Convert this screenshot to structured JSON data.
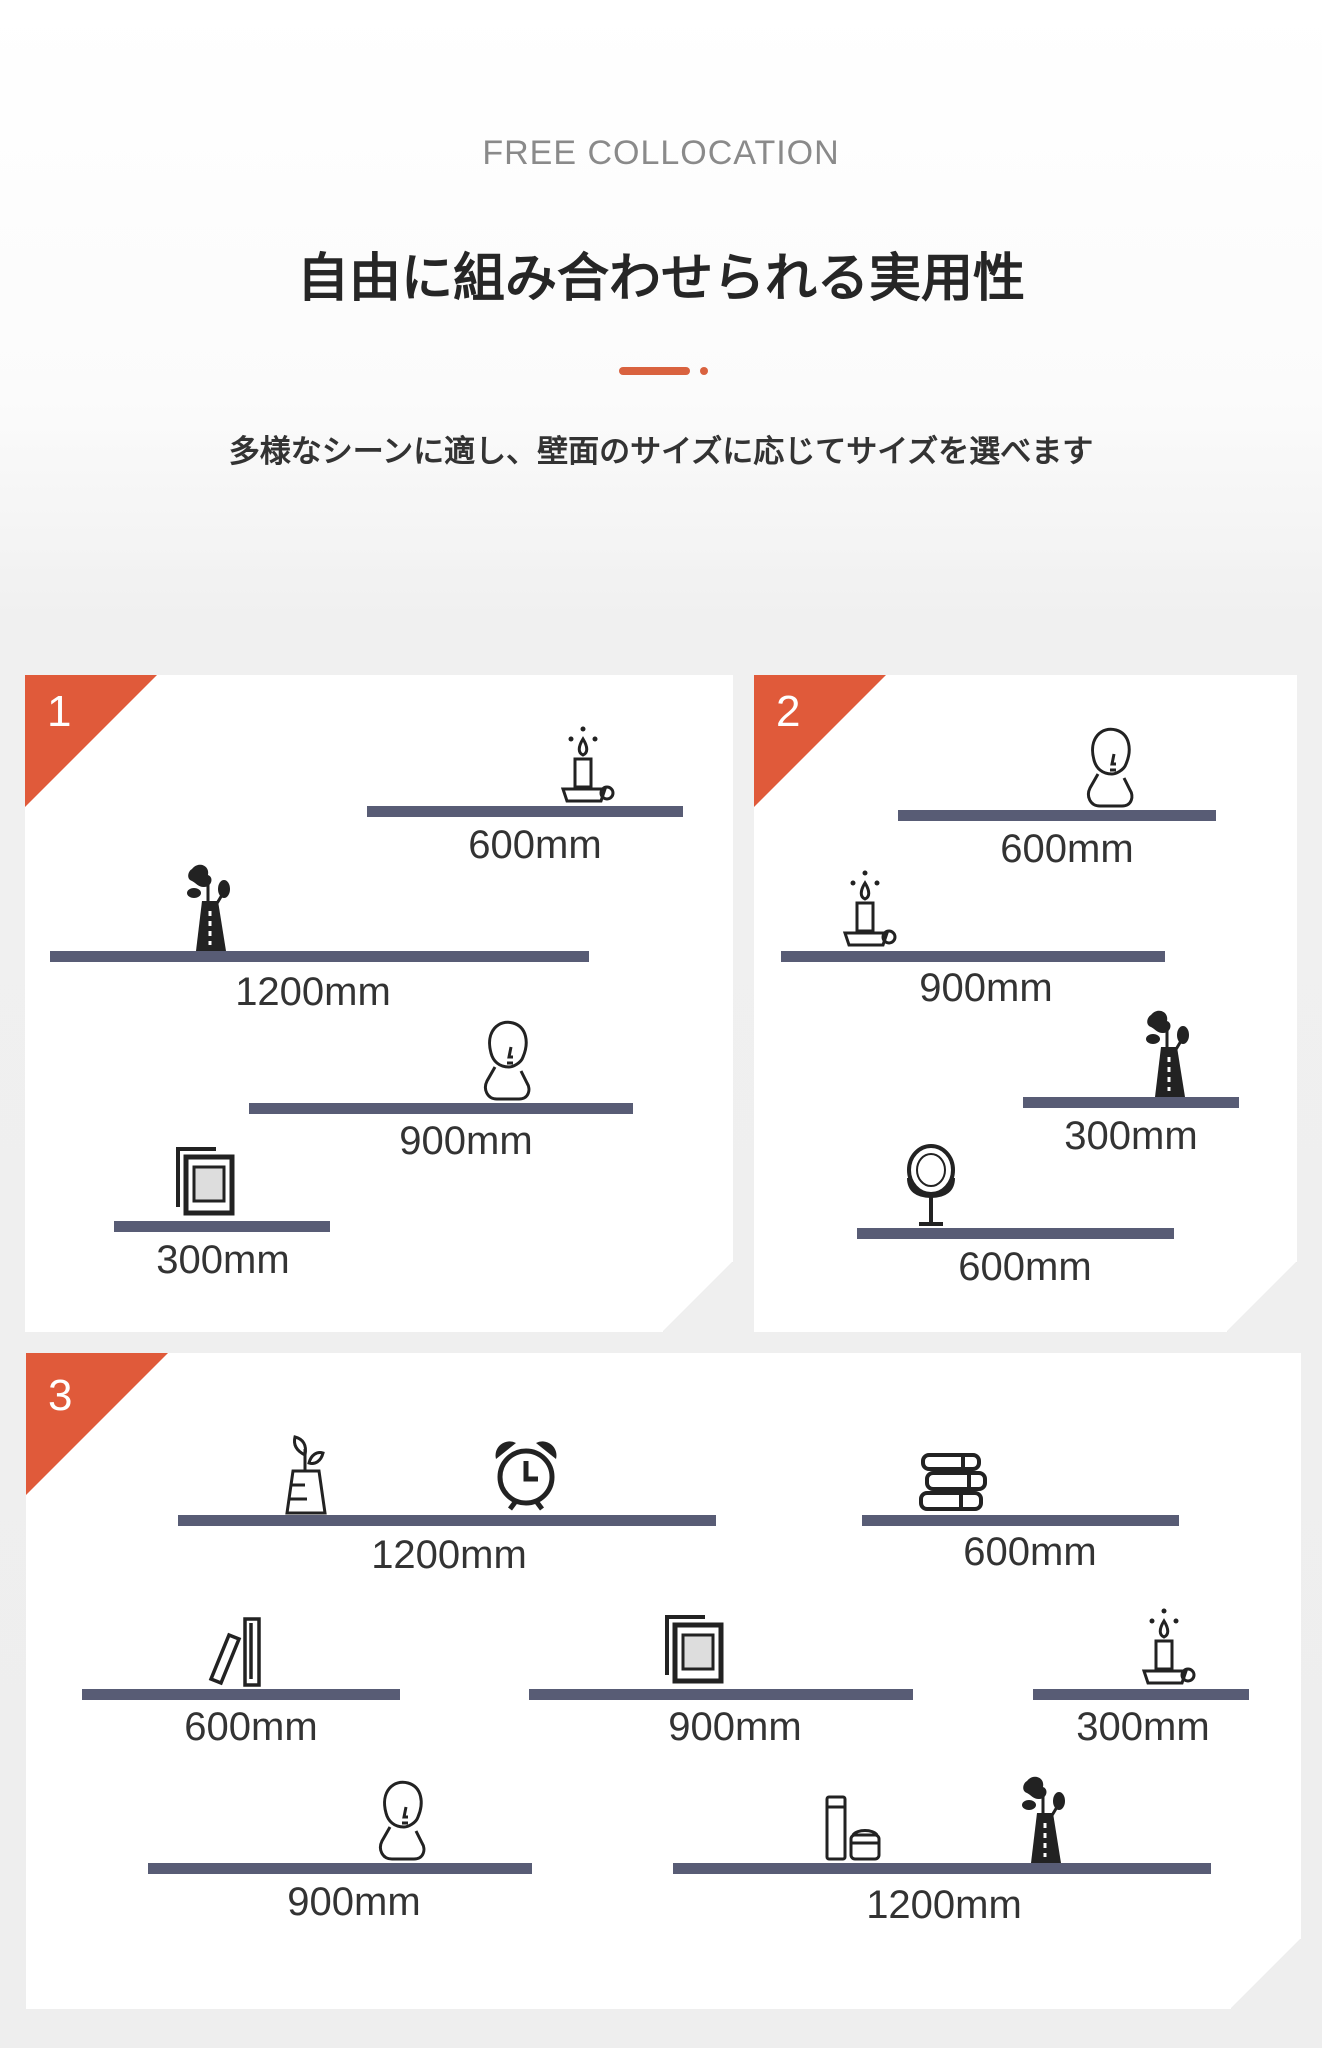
{
  "header": {
    "eyebrow": "FREE COLLOCATION",
    "title": "自由に組み合わせられる実用性",
    "subtitle": "多様なシーンに適し、壁面のサイズに応じてサイズを選べます",
    "accent_color": "#e05a3a",
    "shelf_color": "#585c75"
  },
  "cards": [
    {
      "number": "1",
      "shelves": [
        {
          "label": "600mm",
          "icon": "candle-icon"
        },
        {
          "label": "1200mm",
          "icon": "flower-vase-icon"
        },
        {
          "label": "900mm",
          "icon": "bust-icon"
        },
        {
          "label": "300mm",
          "icon": "photo-frame-icon"
        }
      ]
    },
    {
      "number": "2",
      "shelves": [
        {
          "label": "600mm",
          "icon": "bust-icon"
        },
        {
          "label": "900mm",
          "icon": "candle-icon"
        },
        {
          "label": "300mm",
          "icon": "flower-vase-icon"
        },
        {
          "label": "600mm",
          "icon": "mirror-icon"
        }
      ]
    },
    {
      "number": "3",
      "shelves": [
        {
          "label": "1200mm",
          "icon": "plant-vase-icon, alarm-clock-icon"
        },
        {
          "label": "600mm",
          "icon": "books-icon"
        },
        {
          "label": "600mm",
          "icon": "leaning-books-icon"
        },
        {
          "label": "900mm",
          "icon": "photo-frame-icon"
        },
        {
          "label": "300mm",
          "icon": "candle-icon"
        },
        {
          "label": "900mm",
          "icon": "bust-icon"
        },
        {
          "label": "1200mm",
          "icon": "cosmetics-icon, flower-vase-icon"
        }
      ]
    }
  ]
}
